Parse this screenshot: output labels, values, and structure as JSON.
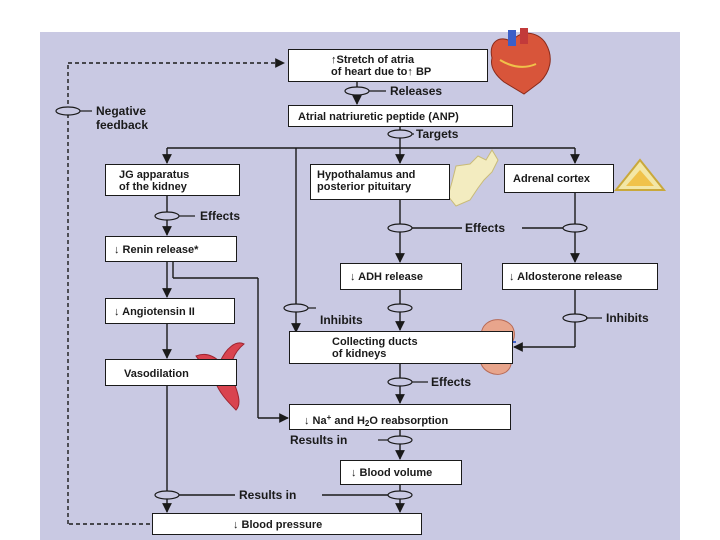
{
  "boxes": {
    "stretch_line1": "↑Stretch of atria",
    "stretch_line2": "of heart due to↑ BP",
    "anp": "Atrial natriuretic peptide (ANP)",
    "jg_line1": "JG apparatus",
    "jg_line2": "of the kidney",
    "hypo_line1": "Hypothalamus and",
    "hypo_line2": "posterior pituitary",
    "adrenal": "Adrenal cortex",
    "renin": "↓ Renin release*",
    "adh": "↓ ADH release",
    "aldosterone": "↓ Aldosterone release",
    "angiotensin": "↓ Angiotensin II",
    "collecting_line1": "Collecting ducts",
    "collecting_line2": "of kidneys",
    "vasodilation": "Vasodilation",
    "reabsorption_arrow": "↓ Na",
    "reabsorption_plus": "+",
    "reabsorption_mid": " and H",
    "reabsorption_sub": "2",
    "reabsorption_end": "O reabsorption",
    "blood_volume": "↓ Blood volume",
    "blood_pressure": "↓ Blood pressure"
  },
  "labels": {
    "releases": "Releases",
    "targets": "Targets",
    "negative_feedback_line1": "Negative",
    "negative_feedback_line2": "feedback",
    "effects_jg": "Effects",
    "effects_middle": "Effects",
    "inhibits_left": "Inhibits",
    "inhibits_right": "Inhibits",
    "effects_collecting": "Effects",
    "results_in_reabsorption": "Results in",
    "results_in_bottom": "Results in"
  },
  "colors": {
    "background": "#c9c9e3",
    "box_fill": "#ffffff",
    "line": "#1a1a1a",
    "heart": "#d8553a",
    "vessel": "#d9434f",
    "kidney": "#e8a58c",
    "gland": "#f3e7a6"
  },
  "icons": [
    "heart-icon",
    "pituitary-icon",
    "adrenal-gland-icon",
    "kidney-icon",
    "blood-vessel-icon"
  ]
}
